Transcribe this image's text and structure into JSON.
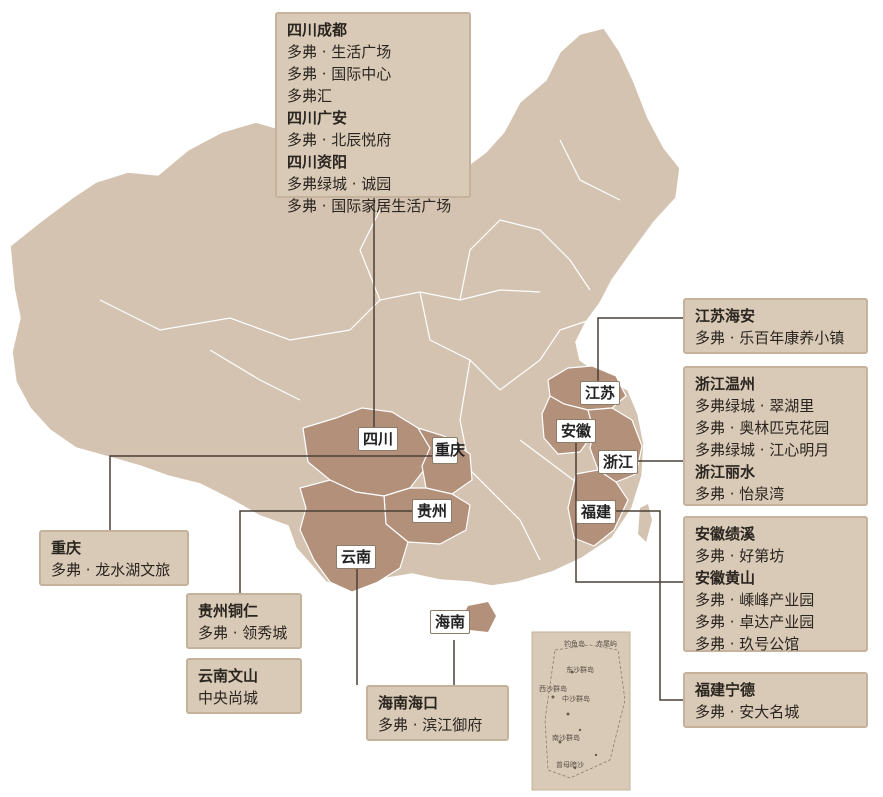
{
  "colors": {
    "land": "#d4c3b1",
    "highlight": "#b2907a",
    "callout_bg": "#d9cab7",
    "leader_line": "#4a4036",
    "border_line": "#ffffff"
  },
  "region_labels": {
    "sichuan": "四川",
    "chongqing": "重庆",
    "guizhou": "贵州",
    "yunnan": "云南",
    "hainan": "海南",
    "jiangsu": "江苏",
    "anhui": "安徽",
    "zhejiang": "浙江",
    "fujian": "福建"
  },
  "callouts": {
    "sichuan": {
      "groups": [
        {
          "title": "四川成都",
          "items": [
            "多弗 · 生活广场",
            "多弗 · 国际中心",
            "多弗汇"
          ]
        },
        {
          "title": "四川广安",
          "items": [
            "多弗 · 北辰悦府"
          ]
        },
        {
          "title": "四川资阳",
          "items": [
            "多弗绿城 · 诚园",
            "多弗 · 国际家居生活广场"
          ]
        }
      ]
    },
    "jiangsu": {
      "groups": [
        {
          "title": "江苏海安",
          "items": [
            "多弗 · 乐百年康养小镇"
          ]
        }
      ]
    },
    "zhejiang": {
      "groups": [
        {
          "title": "浙江温州",
          "items": [
            "多弗绿城 · 翠湖里",
            "多弗 · 奥林匹克花园",
            "多弗绿城 · 江心明月"
          ]
        },
        {
          "title": "浙江丽水",
          "items": [
            "多弗 · 怡泉湾"
          ]
        }
      ]
    },
    "anhui": {
      "groups": [
        {
          "title": "安徽绩溪",
          "items": [
            "多弗 · 好第坊"
          ]
        },
        {
          "title": "安徽黄山",
          "items": [
            "多弗 · 嵊峰产业园",
            "多弗 · 卓达产业园",
            "多弗 · 玖号公馆"
          ]
        }
      ]
    },
    "fujian": {
      "groups": [
        {
          "title": "福建宁德",
          "items": [
            "多弗 · 安大名城"
          ]
        }
      ]
    },
    "chongqing": {
      "groups": [
        {
          "title": "重庆",
          "items": [
            "多弗 · 龙水湖文旅"
          ]
        }
      ]
    },
    "guizhou": {
      "groups": [
        {
          "title": "贵州铜仁",
          "items": [
            "多弗 · 领秀城"
          ]
        }
      ]
    },
    "yunnan": {
      "groups": [
        {
          "title": "云南文山",
          "items": [
            "中央尚城"
          ]
        }
      ]
    },
    "hainan": {
      "groups": [
        {
          "title": "海南海口",
          "items": [
            "多弗 · 滨江御府"
          ]
        }
      ]
    }
  },
  "inset": {
    "islands": [
      "钓鱼岛",
      "赤尾屿",
      "东沙群岛",
      "西沙群岛",
      "中沙群岛",
      "南沙群岛",
      "曾母暗沙"
    ]
  }
}
